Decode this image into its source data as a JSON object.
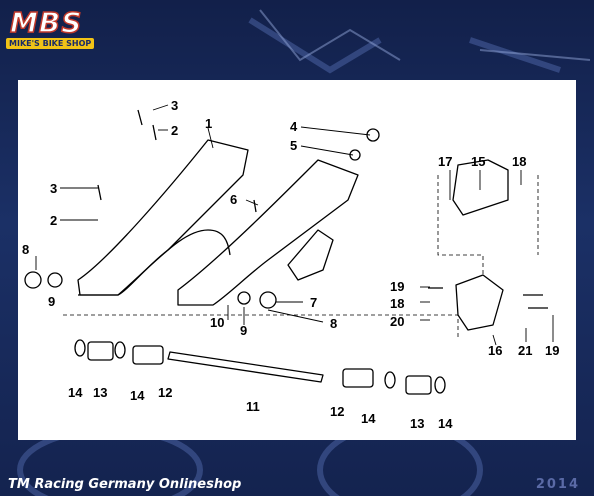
{
  "logo": {
    "text": "MBS",
    "subtext": "MIKE'S BIKE SHOP"
  },
  "footer": {
    "shop_name": "TM Racing Germany  Onlineshop",
    "year": "2014"
  },
  "diagram": {
    "callouts": [
      {
        "id": "c1",
        "label": "1"
      },
      {
        "id": "c2a",
        "label": "2"
      },
      {
        "id": "c2b",
        "label": "2"
      },
      {
        "id": "c3a",
        "label": "3"
      },
      {
        "id": "c3b",
        "label": "3"
      },
      {
        "id": "c4",
        "label": "4"
      },
      {
        "id": "c5",
        "label": "5"
      },
      {
        "id": "c6",
        "label": "6"
      },
      {
        "id": "c7",
        "label": "7"
      },
      {
        "id": "c8a",
        "label": "8"
      },
      {
        "id": "c8b",
        "label": "8"
      },
      {
        "id": "c9a",
        "label": "9"
      },
      {
        "id": "c9b",
        "label": "9"
      },
      {
        "id": "c10",
        "label": "10"
      },
      {
        "id": "c11",
        "label": "11"
      },
      {
        "id": "c12a",
        "label": "12"
      },
      {
        "id": "c12b",
        "label": "12"
      },
      {
        "id": "c13a",
        "label": "13"
      },
      {
        "id": "c13b",
        "label": "13"
      },
      {
        "id": "c14a",
        "label": "14"
      },
      {
        "id": "c14b",
        "label": "14"
      },
      {
        "id": "c14c",
        "label": "14"
      },
      {
        "id": "c14d",
        "label": "14"
      },
      {
        "id": "c15",
        "label": "15"
      },
      {
        "id": "c16",
        "label": "16"
      },
      {
        "id": "c17",
        "label": "17"
      },
      {
        "id": "c18a",
        "label": "18"
      },
      {
        "id": "c18b",
        "label": "18"
      },
      {
        "id": "c19a",
        "label": "19"
      },
      {
        "id": "c19b",
        "label": "19"
      },
      {
        "id": "c20",
        "label": "20"
      },
      {
        "id": "c21",
        "label": "21"
      }
    ]
  },
  "colors": {
    "accent_red": "#c0392b",
    "logo_yellow": "#f2c316",
    "background_blue": "#1b3066"
  }
}
